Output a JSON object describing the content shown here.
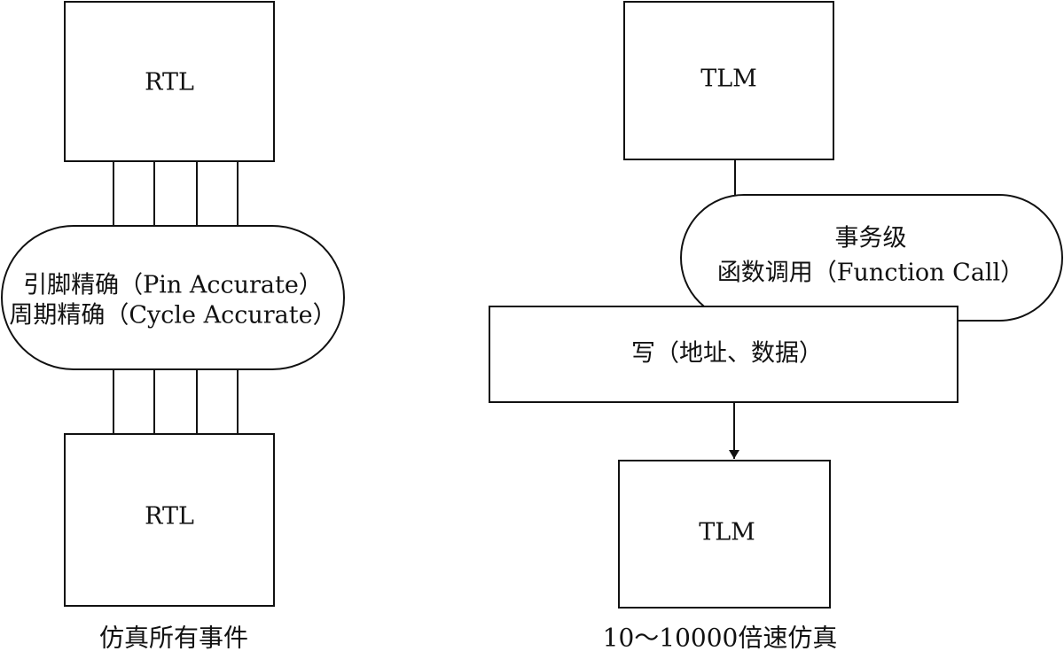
{
  "left_panel": {
    "top_block": "RTL",
    "interface_line1": "引脚精确（Pin Accurate）",
    "interface_line2": "周期精确（Cycle Accurate）",
    "bottom_block": "RTL",
    "caption": "仿真所有事件"
  },
  "right_panel": {
    "top_block": "TLM",
    "call_line1": "事务级",
    "call_line2": "函数调用（Function Call）",
    "write_block": "写（地址、数据）",
    "bottom_block": "TLM",
    "caption": "10～10000倍速仿真"
  }
}
